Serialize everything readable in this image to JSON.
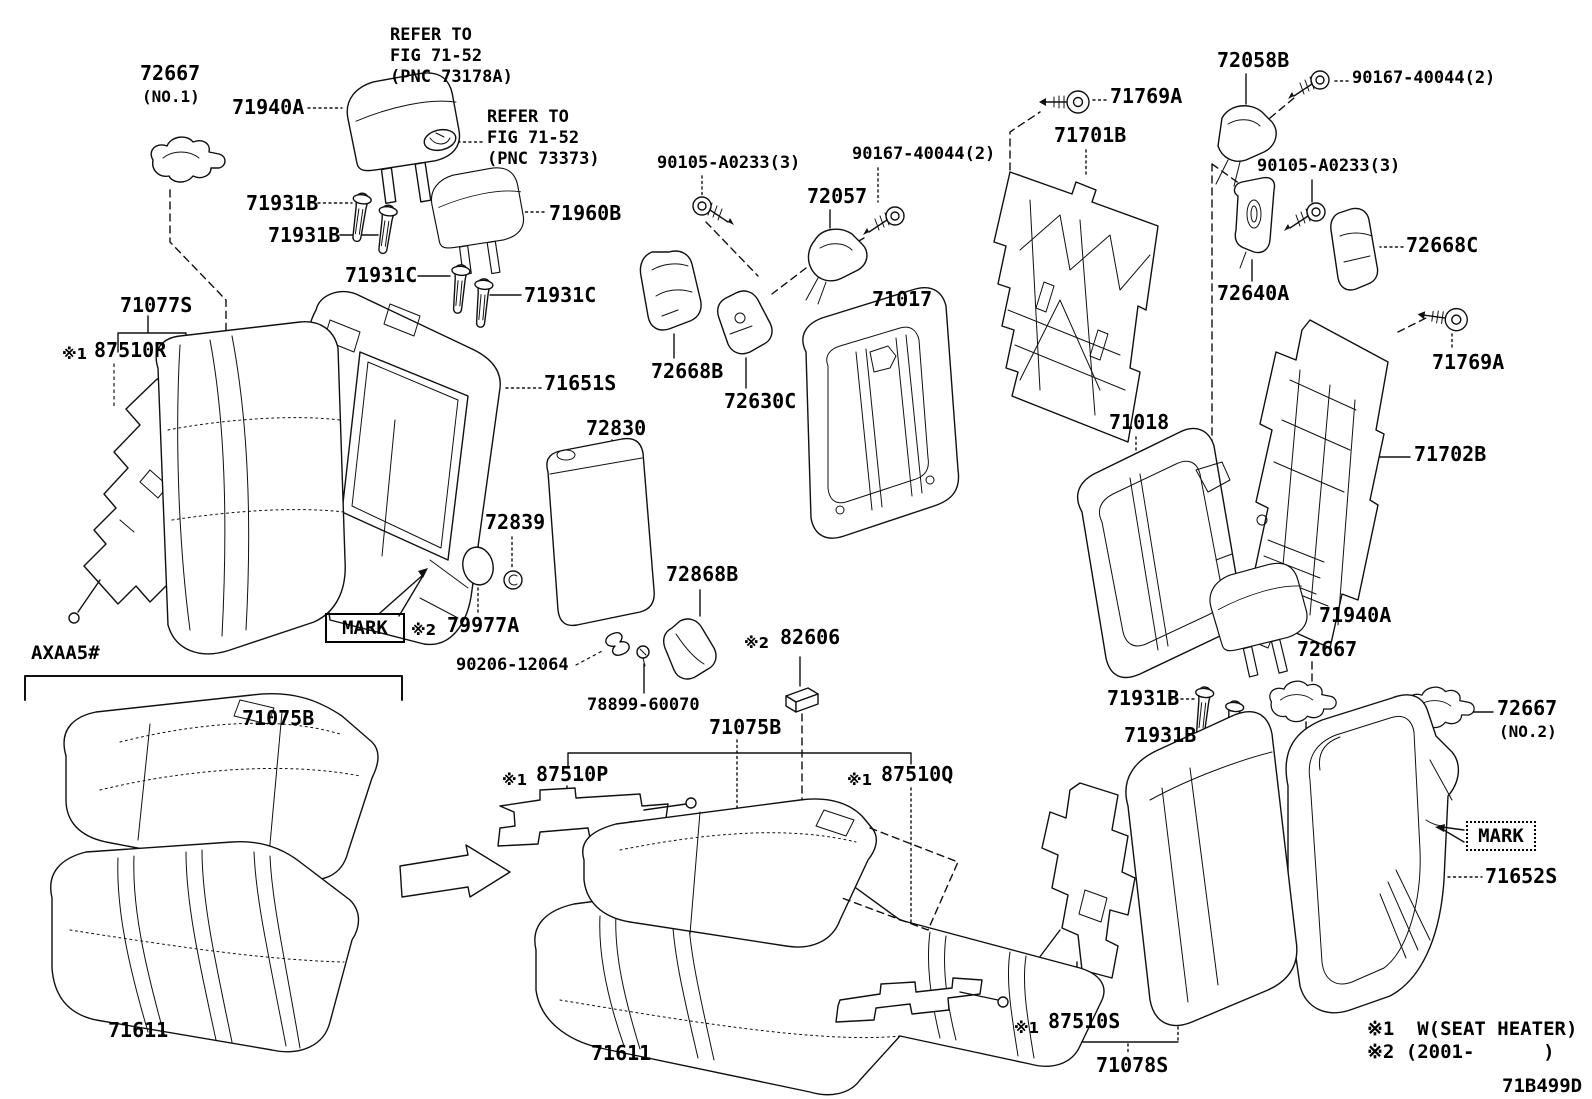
{
  "diagram": {
    "title_code": "71B499D",
    "model_code": "AXAA5#",
    "notes": {
      "note1": "※1  W(SEAT HEATER)",
      "note2": "※2 (2001-      )"
    },
    "labels": {
      "clip72667_no1": "72667",
      "clip72667_no1_sub": "(NO.1)",
      "headrest_71940A_L": "71940A",
      "refer1_l1": "REFER TO",
      "refer1_l2": "FIG 71-52",
      "refer1_l3": "(PNC 73178A)",
      "refer2_l1": "REFER TO",
      "refer2_l2": "FIG 71-52",
      "refer2_l3": "(PNC 73373)",
      "support_71931B_1": "71931B",
      "support_71931B_2": "71931B",
      "headrest_71960B": "71960B",
      "support_71931C_1": "71931C",
      "support_71931C_2": "71931C",
      "back_assy_71077S": "71077S",
      "mark1_R": "※1",
      "pad_87510R": "87510R",
      "cover_71651S": "71651S",
      "armrest_72830": "72830",
      "grommet_72839": "72839",
      "cover_72668B": "72668B",
      "hinge_72630C": "72630C",
      "screw_90105_L": "90105-A0233(3)",
      "screw_90167_L": "90167-40044(2)",
      "lock_72057": "72057",
      "frame_71017": "71017",
      "board_71701B": "71701B",
      "pin_71769A_top": "71769A",
      "lock_72058B": "72058B",
      "screw_90167_R": "90167-40044(2)",
      "screw_90105_R": "90105-A0233(3)",
      "cover_72668C": "72668C",
      "striker_72640A": "72640A",
      "pin_71769A_R": "71769A",
      "board_71702B": "71702B",
      "frame_71018": "71018",
      "headrest_71940A_R": "71940A",
      "clip72667_R": "72667",
      "support_71931B_3": "71931B",
      "support_71931B_4": "71931B",
      "clip72667_no2": "72667",
      "clip72667_no2_sub": "(NO.2)",
      "mark_box_L": "MARK",
      "mark_box_R": "MARK",
      "mark2_a": "※2",
      "oval_79977A": "79977A",
      "clip_90206": "90206-12064",
      "clip_78899": "78899-60070",
      "cover_72868B": "72868B",
      "mark2_b": "※2",
      "spacer_82606": "82606",
      "cushion_cover_71075B_L": "71075B",
      "cushion_cover_71075B_M": "71075B",
      "mark1_P": "※1",
      "pad_87510P": "87510P",
      "mark1_Q": "※1",
      "pad_87510Q": "87510Q",
      "cushion_71611_L": "71611",
      "cushion_71611_M": "71611",
      "mark1_S": "※1",
      "pad_87510S": "87510S",
      "pad_assy_71078S": "71078S",
      "cover_71652S": "71652S"
    }
  }
}
